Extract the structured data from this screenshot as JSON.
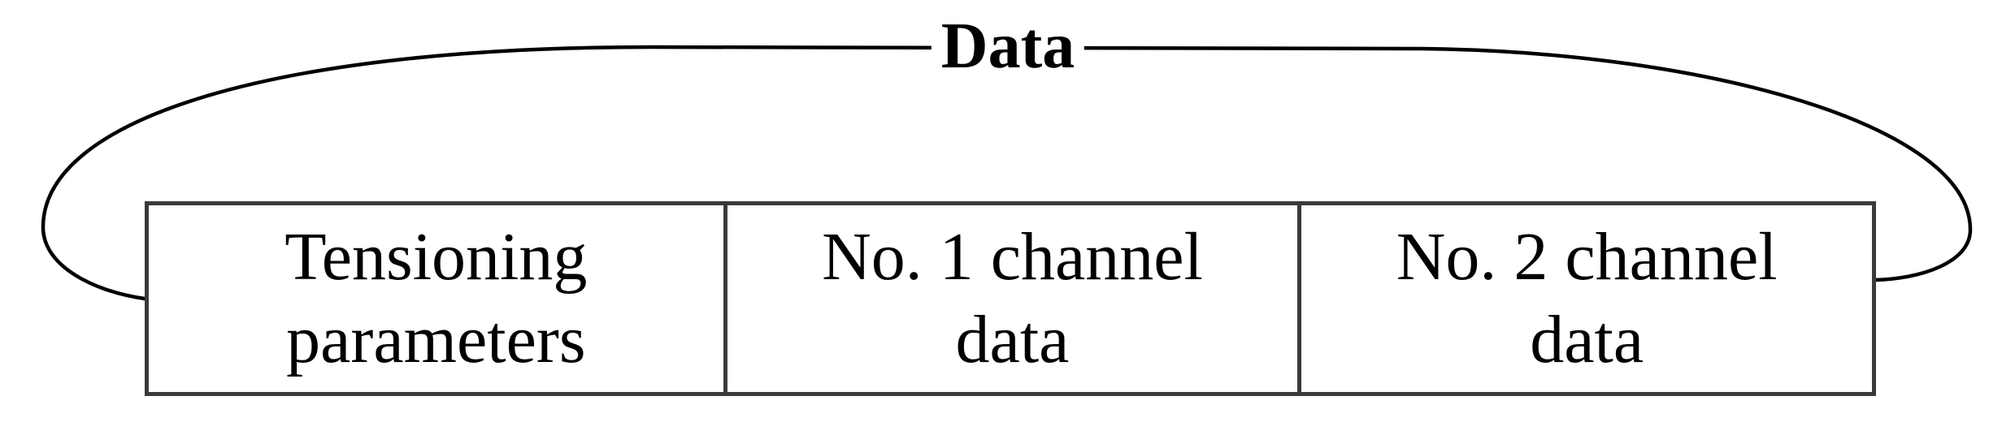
{
  "figure": {
    "title": "Data",
    "table": {
      "cells": [
        {
          "label": "Tensioning\nparameters"
        },
        {
          "label": "No. 1 channel\ndata"
        },
        {
          "label": "No. 2 channel\ndata"
        }
      ]
    },
    "colors": {
      "ink": "#000000",
      "table_border": "#3a3a3a",
      "background": "#ffffff"
    }
  }
}
